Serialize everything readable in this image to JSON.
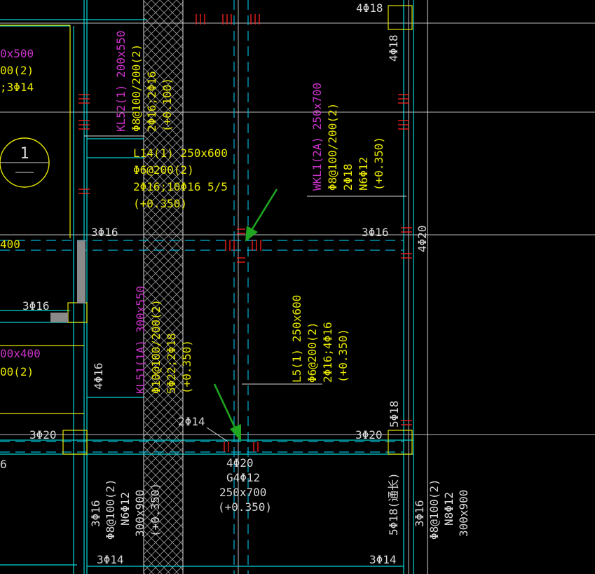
{
  "colors": {
    "background": "#000000",
    "white_line": "#d8d8d8",
    "cyan": "#00d7d7",
    "cyan_dash": "#00b4d8",
    "yellow": "#e6e600",
    "magenta": "#cc33cc",
    "red": "#ff2020",
    "green": "#1fa51f",
    "gray": "#8a8a8a",
    "hatch": "#9a9a9a"
  },
  "labels": {
    "top_4phi18": "4Φ18",
    "right_4phi18_v": "4Φ18",
    "kl52_line1": "KL52(1) 200x550",
    "kl52_line2": "Φ8@100/200(2)",
    "kl52_line3": "2Φ16;2Φ16",
    "kl52_line4": "(+0.100)",
    "left_x500": "0x500",
    "left_100_2": "00(2)",
    "left_3phi14": ";3Φ14",
    "axis_bubble_top": "1",
    "l14_line1": "L14(1) 250x600",
    "l14_line2": "Φ6@200(2)",
    "l14_line3": "2Φ16;10Φ16 5/5",
    "l14_line4": "(+0.350)",
    "wkl1_line1": "WKL1(2A) 250x700",
    "wkl1_line2": "Φ8@100/200(2)",
    "wkl1_line3": "2Φ18",
    "wkl1_line4": "N6Φ12",
    "wkl1_line5": "(+0.350)",
    "mid_left_3phi16": "3Φ16",
    "mid_right_3phi16": "3Φ16",
    "right_4phi20_v": "4Φ20",
    "left_400": "400",
    "left_3phi16_low": "3Φ16",
    "left_00x400": "00x400",
    "left_00_2": "00(2)",
    "kl51_line1": "KL51(1A) 300x550",
    "kl51_line2": "Φ10@100/200(2)",
    "kl51_line3": "5Φ22;2Φ18",
    "kl51_line4": "(+0.350)",
    "l5_line1": "L5(1) 250x600",
    "l5_line2": "Φ6@200(2)",
    "l5_line3": "2Φ16;4Φ16",
    "l5_line4": "(+0.350)",
    "col_4phi16_v": "4Φ16",
    "right_5phi18_v": "5Φ18",
    "bottom_left_3phi20": "3Φ20",
    "bottom_right_3phi20": "3Φ20",
    "label_2phi14": "2Φ14",
    "beam_bottom_line1": "4Φ20",
    "beam_bottom_line2": "G4Φ12",
    "beam_bottom_line3": "250x700",
    "beam_bottom_line4": "(+0.350)",
    "left_6": "6",
    "col_left_line1": "3Φ16",
    "col_left_line2": "Φ8@100(2)",
    "col_left_line3": "N6Φ12",
    "col_left_line4": "300x900",
    "col_left_line5": "(+0.350)",
    "col_right_5phi18_tong": "5Φ18(通长)",
    "col_right_line1": "3Φ16",
    "col_right_line2": "Φ8@100(2)",
    "col_right_line3": "N8Φ12",
    "col_right_line4": "300x900",
    "bottom_3phi14_left": "3Φ14",
    "bottom_3phi14_right": "3Φ14"
  },
  "icons": {
    "arrow_upper": "green-arrow-icon",
    "arrow_lower": "green-arrow-icon",
    "axis_bubble": "axis-bubble-icon"
  }
}
